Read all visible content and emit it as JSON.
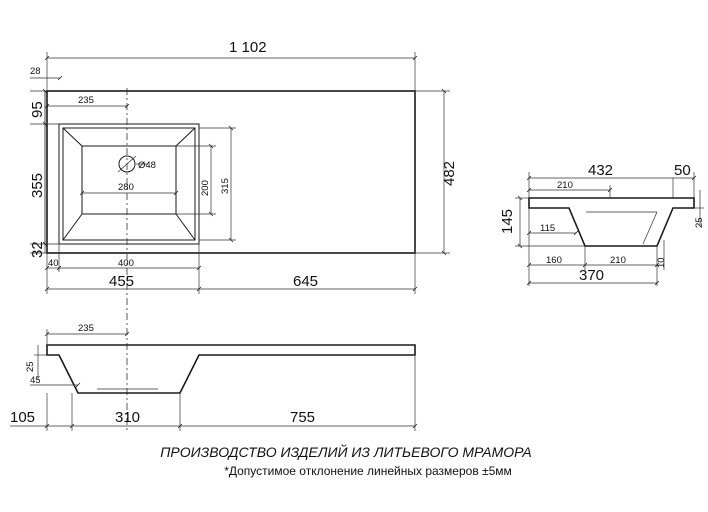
{
  "dimensions": {
    "overall_length": "1 102",
    "left_offset": "28",
    "top_margin": "95",
    "drain_x": "235",
    "drain_diameter": "Ø48",
    "inner_width": "280",
    "inner_depth": "200",
    "bowl_depth_outer": "315",
    "bowl_length_side": "355",
    "bottom_margin": "32",
    "total_depth": "482",
    "bowl_left": "40",
    "bowl_width": "400",
    "seg_455": "455",
    "seg_645": "645",
    "side_top": "432",
    "side_lip": "50",
    "side_210_top": "210",
    "side_height": "145",
    "side_thickness": "25",
    "side_115": "115",
    "side_160": "160",
    "side_210_bottom": "210",
    "side_10": "10",
    "side_370": "370",
    "front_235": "235",
    "front_25": "25",
    "front_45": "45",
    "front_105": "105",
    "front_310": "310",
    "front_755": "755"
  },
  "caption": {
    "title": "ПРОИЗВОДСТВО ИЗДЕЛИЙ ИЗ ЛИТЬЕВОГО МРАМОРА",
    "note": "*Допустимое отклонение линейных размеров  ±5мм"
  }
}
